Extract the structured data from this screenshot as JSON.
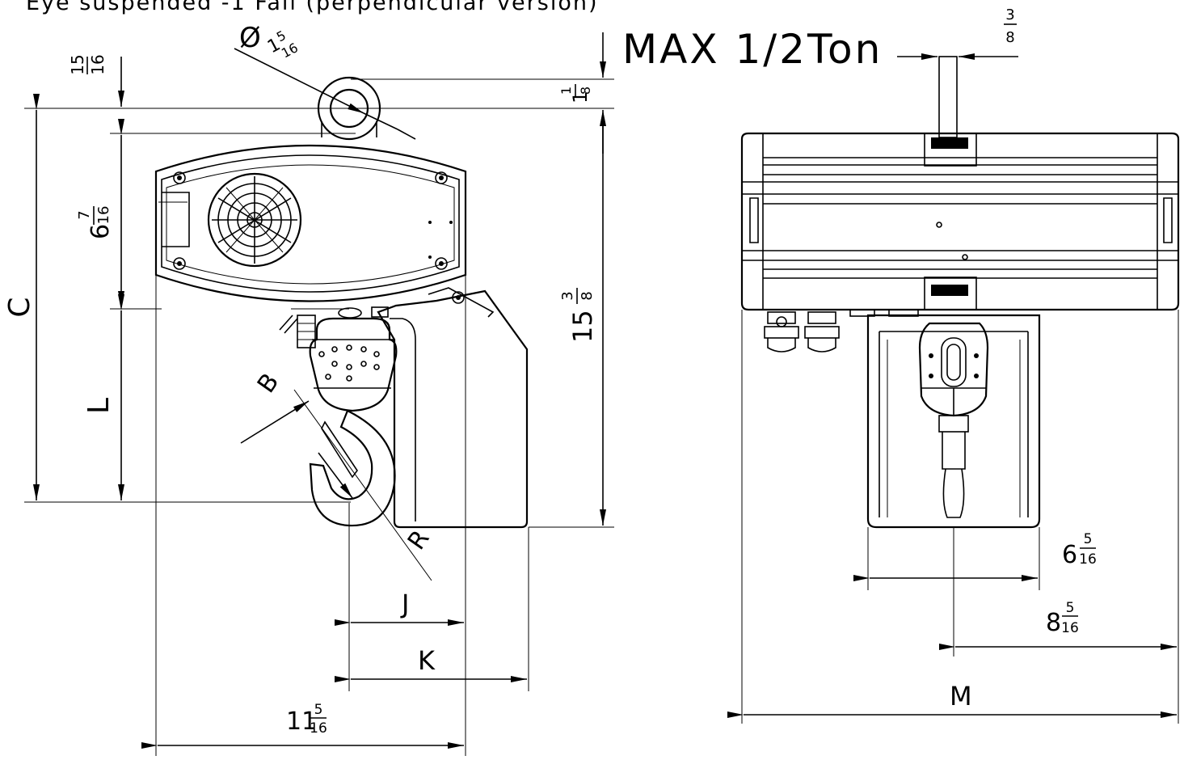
{
  "caption": "Eye suspended -1 Fall (perpendicular version)",
  "capacity": "MAX 1/2Ton",
  "dimensions": {
    "eye_dia_symbol": "Ø",
    "eye_dia_whole": "1",
    "eye_dia_num": "5",
    "eye_dia_den": "16",
    "top_offset_num": "15",
    "top_offset_den": "16",
    "eye_thick_whole": "1",
    "eye_thick_num": "1",
    "eye_thick_den": "8",
    "body_height_whole": "6",
    "body_height_num": "7",
    "body_height_den": "16",
    "overall_height_whole": "15",
    "overall_height_num": "3",
    "overall_height_den": "8",
    "chain_width_num": "3",
    "chain_width_den": "8",
    "label_C": "C",
    "label_L": "L",
    "label_B": "B",
    "label_R": "R",
    "label_J": "J",
    "label_K": "K",
    "label_M": "M",
    "width_side_whole": "11",
    "width_side_num": "5",
    "width_side_den": "16",
    "box_width_whole": "6",
    "box_width_num": "5",
    "box_width_den": "16",
    "half_width_whole": "8",
    "half_width_num": "5",
    "half_width_den": "16"
  }
}
